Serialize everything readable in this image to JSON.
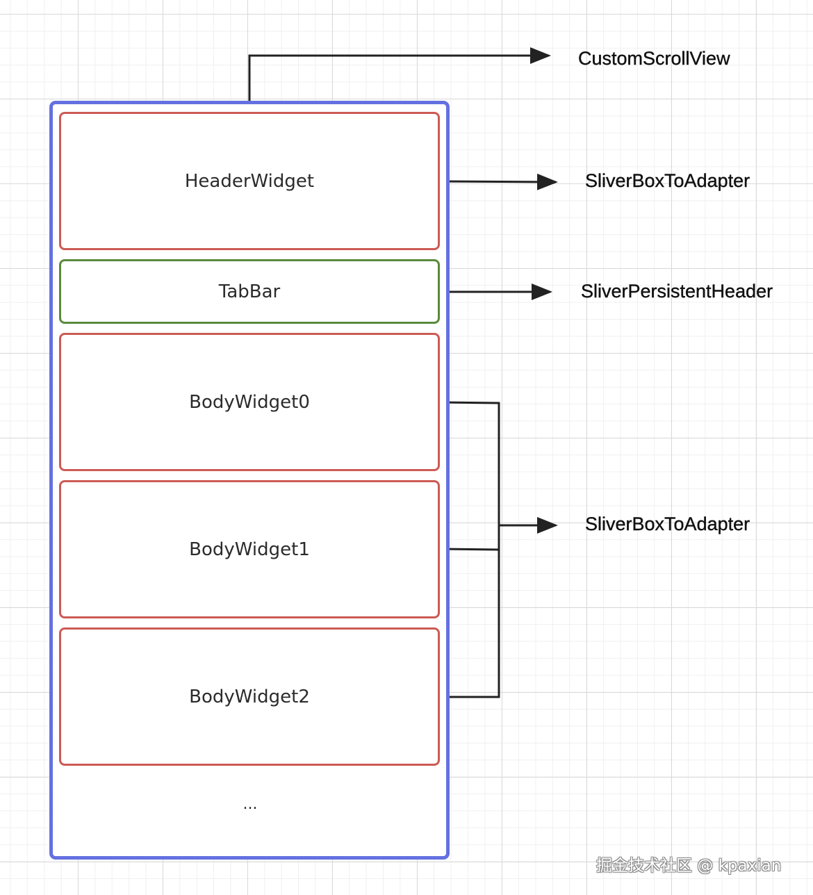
{
  "diagram": {
    "container_label": "CustomScrollView",
    "blocks": [
      {
        "id": "header",
        "text": "HeaderWidget",
        "type": "SliverBoxToAdapter"
      },
      {
        "id": "tabbar",
        "text": "TabBar",
        "type": "SliverPersistentHeader"
      },
      {
        "id": "body0",
        "text": "BodyWidget0"
      },
      {
        "id": "body1",
        "text": "BodyWidget1"
      },
      {
        "id": "body2",
        "text": "BodyWidget2"
      }
    ],
    "ellipsis": "...",
    "body_group_label": "SliverBoxToAdapter"
  },
  "colors": {
    "container_border": "#6471e0",
    "adapter_border": "#cd5a54",
    "persistent_header_border": "#5a8a3c",
    "connector": "#222222"
  },
  "watermark": "掘金技术社区 @ kpaxian"
}
